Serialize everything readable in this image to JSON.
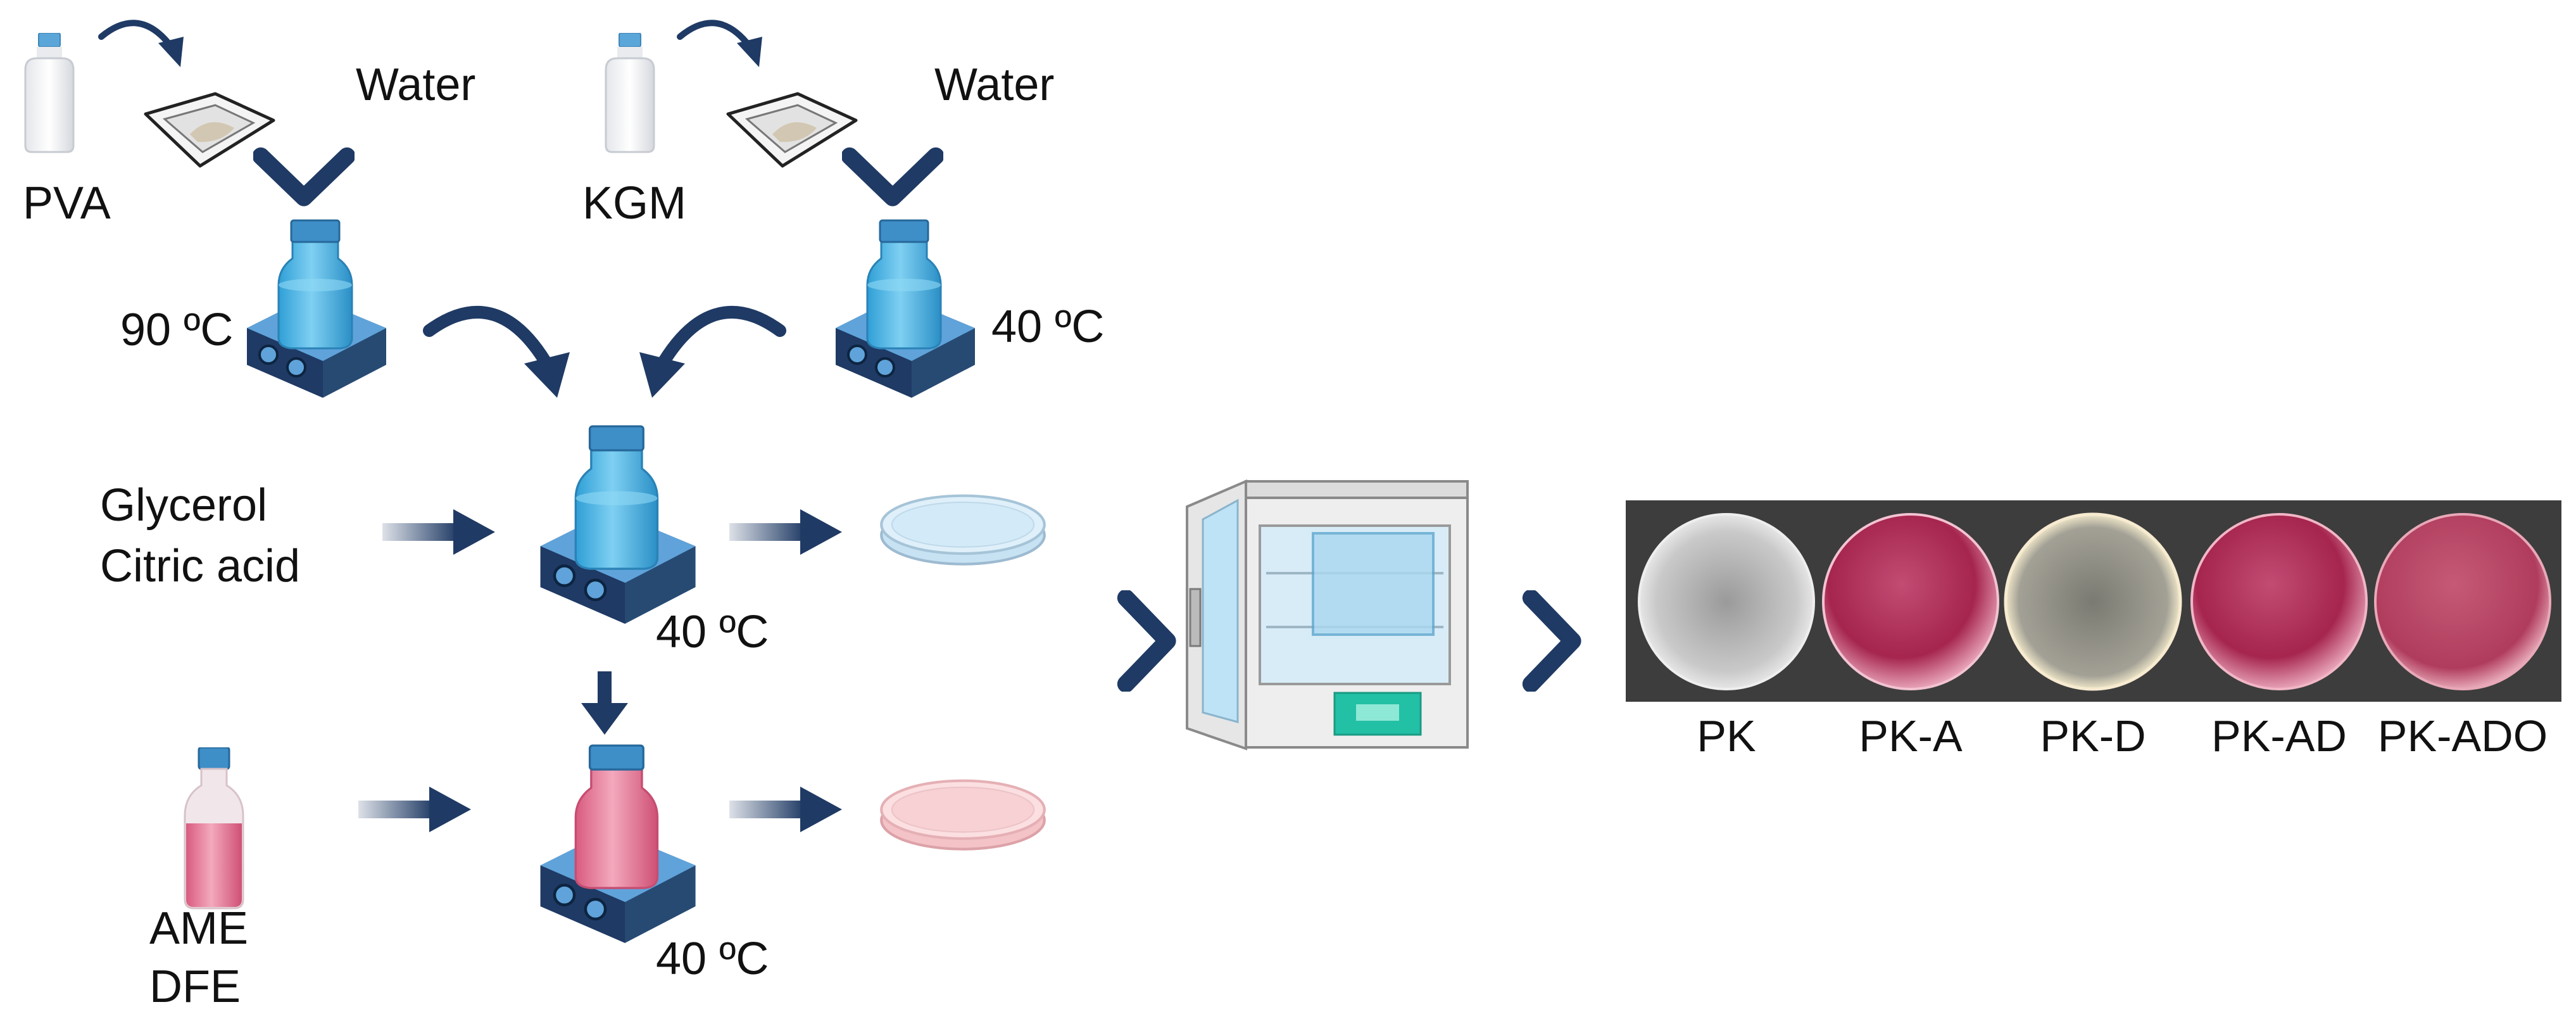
{
  "colors": {
    "arrow_navy": "#1f3a64",
    "stirrer_navy": "#274a73",
    "plate_blue": "#5fa3da",
    "solution_blue": "#4fb3e0",
    "solution_pink": "#e57d9b",
    "film_dish_blue": "#d9eefa",
    "film_dish_pink": "#f8d3d6",
    "photo_background": "#3d3d3d",
    "film_pink": "#b8345d"
  },
  "icons": {
    "powder_bottle": "bottle-icon",
    "weighing_boat": "weighing-boat-icon",
    "hot_plate_stirrer": "magnetic-stirrer-icon",
    "petri_dish": "petri-dish-icon",
    "incubator": "drying-oven-icon"
  },
  "labels": {
    "water_left": "Water",
    "water_right": "Water",
    "pva": "PVA",
    "kgm": "KGM",
    "temp_pva": "90 ºC",
    "temp_kgm": "40 ºC",
    "glycerol": "Glycerol",
    "citric_acid": "Citric acid",
    "temp_mix": "40 ºC",
    "ame": "AME",
    "dfe": "DFE",
    "temp_extract": "40 ºC"
  },
  "films": [
    {
      "code": "PK",
      "tint": "clear"
    },
    {
      "code": "PK-A",
      "tint": "pink"
    },
    {
      "code": "PK-D",
      "tint": "clear"
    },
    {
      "code": "PK-AD",
      "tint": "pink"
    },
    {
      "code": "PK-ADO",
      "tint": "pink"
    }
  ]
}
